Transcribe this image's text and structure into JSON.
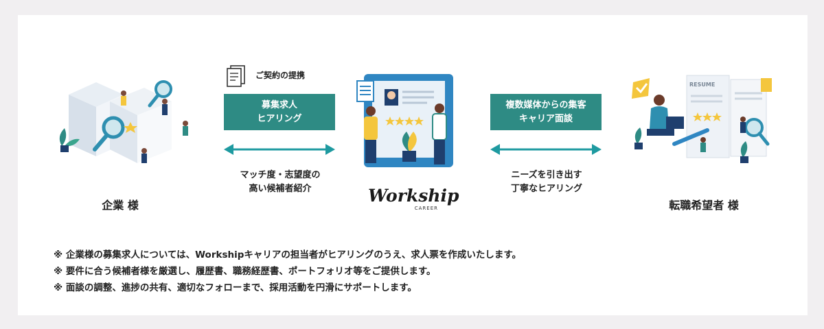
{
  "left_party": "企業 様",
  "right_party": "転職希望者 様",
  "contract": "ご契約の提携",
  "left_box": {
    "line1": "募集求人",
    "line2": "ヒアリング"
  },
  "right_box": {
    "line1": "複数媒体からの集客",
    "line2": "キャリア面談"
  },
  "left_caption": {
    "line1": "マッチ度・志望度の",
    "line2": "高い候補者紹介"
  },
  "right_caption": {
    "line1": "ニーズを引き出す",
    "line2": "丁寧なヒアリング"
  },
  "logo": {
    "word": "Workship",
    "sub": "CAREER"
  },
  "resume_text": "RESUME",
  "notes": [
    "※ 企業様の募集求人については、Workshipキャリアの担当者がヒアリングのうえ、求人票を作成いたします。",
    "※ 要件に合う候補者様を厳選し、履歴書、職務経歴書、ポートフォリオ等をご提供します。",
    "※ 面談の調整、進捗の共有、適切なフォローまで、採用活動を円滑にサポートします。"
  ],
  "colors": {
    "teal": "#2e8b84",
    "arrow": "#1e9aa0",
    "yellow": "#f4c63d",
    "navy": "#1f3f6e"
  }
}
